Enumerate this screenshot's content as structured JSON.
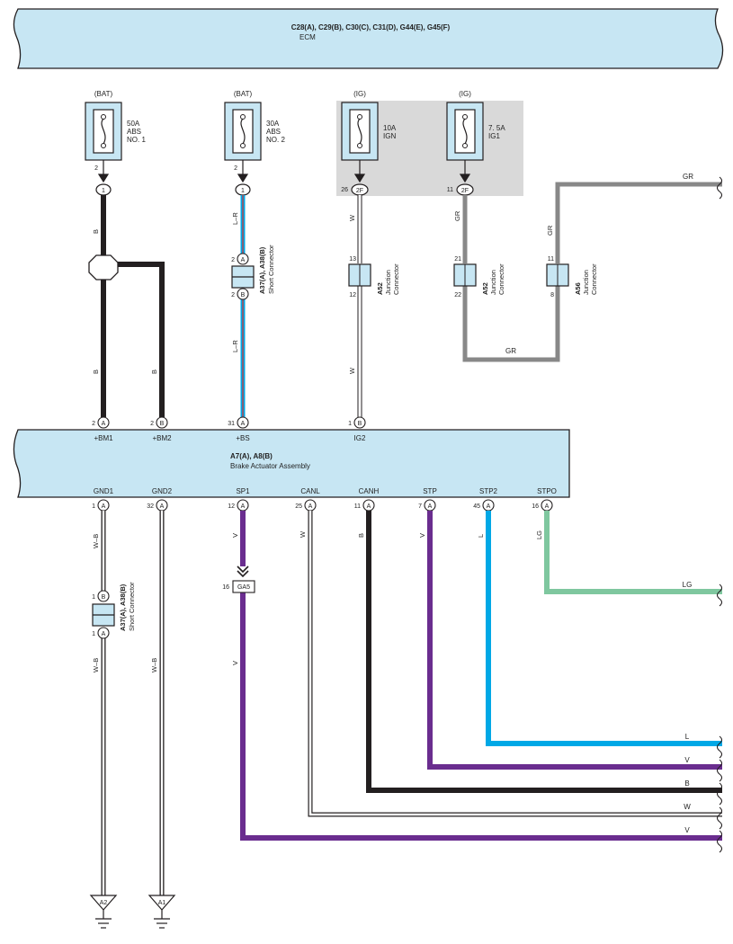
{
  "ecm": {
    "codes": "C28(A), C29(B), C30(C), C31(D), G44(E), G45(F)",
    "name": "ECM"
  },
  "actuator": {
    "codes": "A7(A), A8(B)",
    "name": "Brake Actuator Assembly"
  },
  "fuses": [
    {
      "source": "(BAT)",
      "rating": "50A",
      "line2": "ABS",
      "line3": "NO. 1",
      "out_pin": "2",
      "conn_pin": "1"
    },
    {
      "source": "(BAT)",
      "rating": "30A",
      "line2": "ABS",
      "line3": "NO. 2",
      "out_pin": "2",
      "conn_pin": "1"
    },
    {
      "source": "(IG)",
      "rating": "10A",
      "line2": "IGN",
      "line3": "",
      "out_pin": "26",
      "conn_pin": "2F"
    },
    {
      "source": "(IG)",
      "rating": "7. 5A",
      "line2": "IG1",
      "line3": "",
      "out_pin": "11",
      "conn_pin": "2F"
    }
  ],
  "top_pins": [
    {
      "num": "2",
      "letter": "A",
      "name": "+BM1"
    },
    {
      "num": "2",
      "letter": "B",
      "name": "+BM2"
    },
    {
      "num": "31",
      "letter": "A",
      "name": "+BS"
    },
    {
      "num": "1",
      "letter": "B",
      "name": "IG2"
    }
  ],
  "bottom_pins": [
    {
      "num": "1",
      "letter": "A",
      "name": "GND1"
    },
    {
      "num": "32",
      "letter": "A",
      "name": "GND2"
    },
    {
      "num": "12",
      "letter": "A",
      "name": "SP1"
    },
    {
      "num": "25",
      "letter": "A",
      "name": "CANL"
    },
    {
      "num": "11",
      "letter": "A",
      "name": "CANH"
    },
    {
      "num": "7",
      "letter": "A",
      "name": "STP"
    },
    {
      "num": "45",
      "letter": "A",
      "name": "STP2"
    },
    {
      "num": "16",
      "letter": "A",
      "name": "STPO"
    }
  ],
  "short_connector_upper": {
    "code": "A37(A), A38(B)",
    "name": "Short Connector",
    "pin_top": "2",
    "letter_top": "A",
    "pin_bottom": "2",
    "letter_bottom": "B"
  },
  "short_connector_lower": {
    "code": "A37(A), A38(B)",
    "name": "Short Connector",
    "pin_top": "1",
    "letter_top": "B",
    "pin_bottom": "1",
    "letter_bottom": "A"
  },
  "junctions": [
    {
      "code": "A52",
      "name1": "Junction",
      "name2": "Connector",
      "pin_in": "13",
      "pin_out": "12"
    },
    {
      "code": "A52",
      "name1": "Junction",
      "name2": "Connector",
      "pin_in": "21",
      "pin_out": "22"
    },
    {
      "code": "A56",
      "name1": "Junction",
      "name2": "Connector",
      "pin_in": "11",
      "pin_out": "8"
    }
  ],
  "ga5": {
    "pin": "16",
    "label": "GA5"
  },
  "grounds": [
    {
      "label": "A2"
    },
    {
      "label": "A1"
    }
  ],
  "wire_labels": {
    "b_upper": "B",
    "b_lower1": "B",
    "b_lower2": "B",
    "lr_upper": "L–R",
    "lr_lower": "L–R",
    "w_ign_upper": "W",
    "w_ign_lower": "W",
    "gr_ig1": "GR",
    "gr_bottom": "GR",
    "gr_a56": "GR",
    "gr_exit": "GR",
    "wb_gnd1_upper": "W–B",
    "wb_gnd1_lower": "W–B",
    "wb_gnd2": "W–B",
    "v_sp1_upper": "V",
    "v_sp1_lower": "V",
    "w_canl": "W",
    "b_canh": "B",
    "v_stp": "V",
    "l_stp2": "L",
    "lg_stpo": "LG",
    "exit_lg": "LG",
    "exit_l": "L",
    "exit_v1": "V",
    "exit_b": "B",
    "exit_w": "W",
    "exit_v2": "V"
  },
  "colors": {
    "box_fill": "#c7e6f3",
    "gray_panel": "#d9d9d9",
    "black": "#231f20",
    "blue": "#00a8e6",
    "violet": "#6a2d8f",
    "green": "#7fc79f",
    "gray": "#888888",
    "red": "#e03030"
  }
}
